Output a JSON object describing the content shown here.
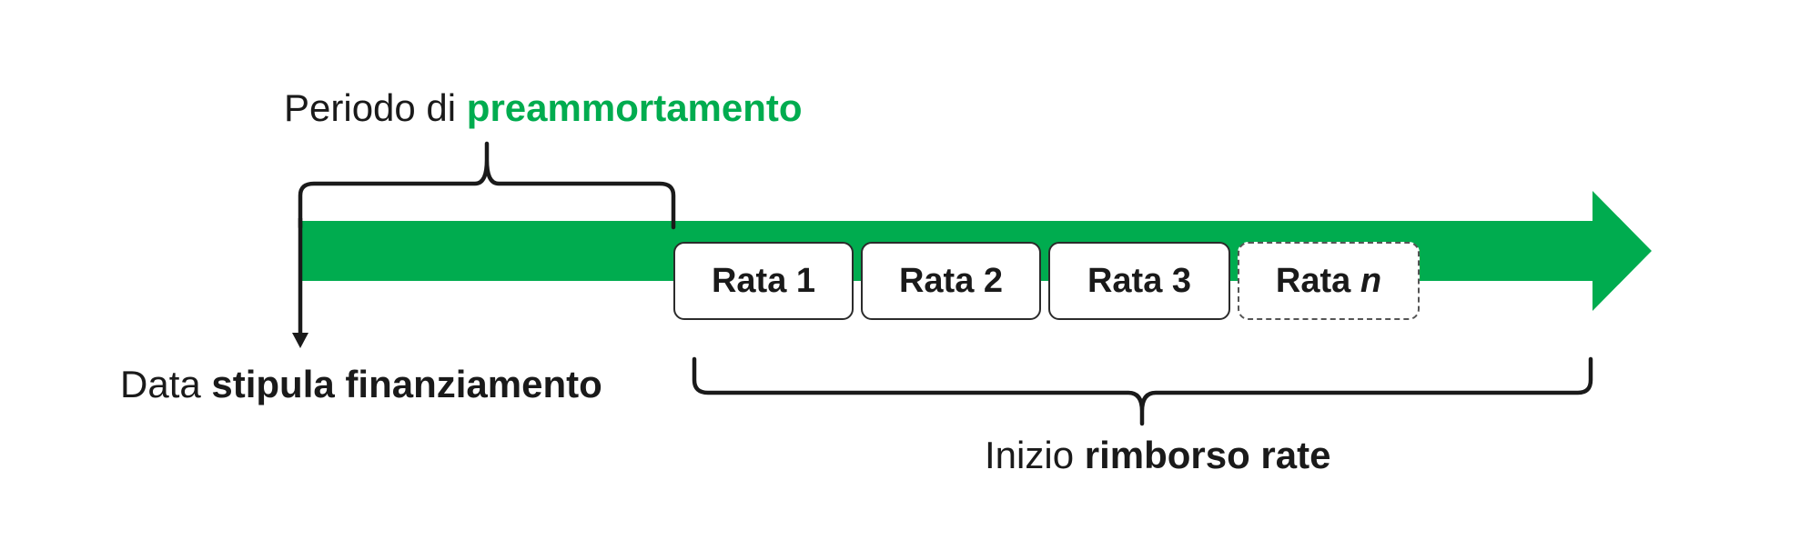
{
  "colors": {
    "accent_green": "#00AC4F",
    "text": "#1a1a1a",
    "border": "#2b2b2b"
  },
  "top_label": {
    "prefix": "Periodo di",
    "highlight": "preammortamento"
  },
  "start_label": {
    "prefix": "Data",
    "bold": "stipula finanziamento"
  },
  "bottom_label": {
    "prefix": "Inizio",
    "bold": "rimborso rate"
  },
  "installments": [
    {
      "label": "Rata 1"
    },
    {
      "label": "Rata 2"
    },
    {
      "label": "Rata 3"
    },
    {
      "label": "Rata",
      "suffix": "n"
    }
  ]
}
